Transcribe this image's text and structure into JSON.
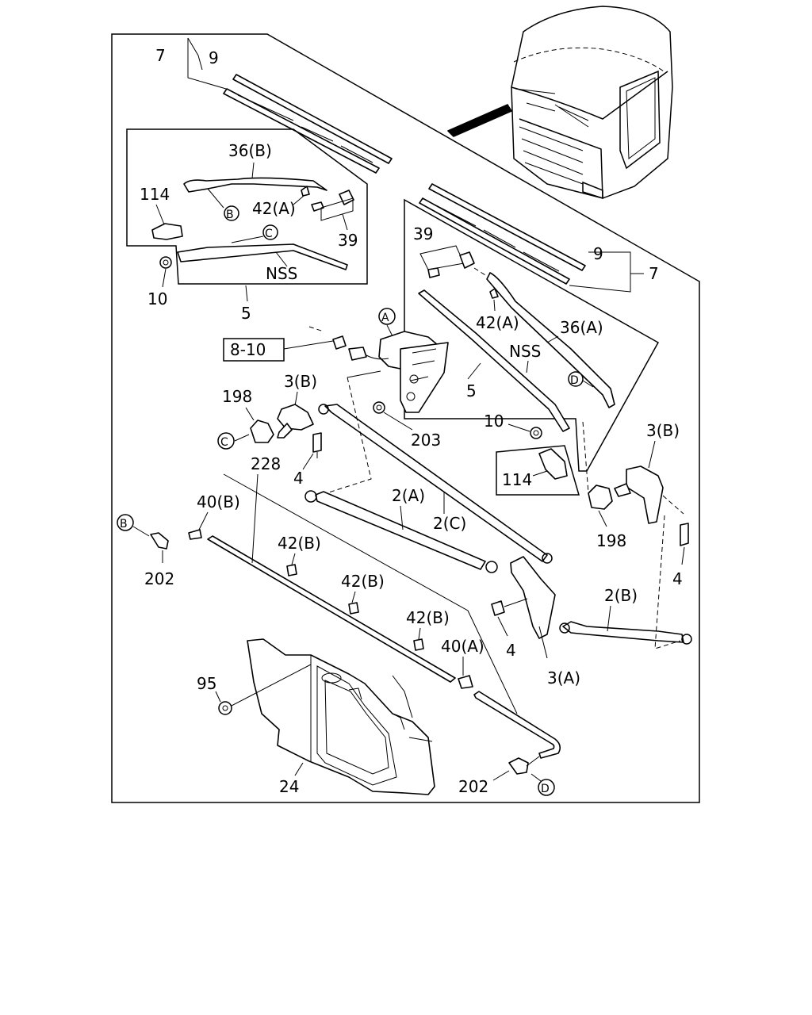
{
  "frame_ref": "8-10",
  "labels": {
    "l7_left": "7",
    "l9_left": "9",
    "l36b": "36(B)",
    "l114_left": "114",
    "l42a_left": "42(A)",
    "l39_left": "39",
    "lnss_left": "NSS",
    "l10_left": "10",
    "l5_left": "5",
    "l39_right": "39",
    "l9_right": "9",
    "l7_right": "7",
    "l42a_right": "42(A)",
    "l36a": "36(A)",
    "lnss_right": "NSS",
    "l5_right": "5",
    "l10_right": "10",
    "l114_right": "114",
    "l198_left": "198",
    "l3b_left": "3(B)",
    "l203": "203",
    "l4_left": "4",
    "l228": "228",
    "l40b": "40(B)",
    "l202_left": "202",
    "l2a": "2(A)",
    "l2c": "2(C)",
    "l3b_right": "3(B)",
    "l198_right": "198",
    "l42b_1": "42(B)",
    "l42b_2": "42(B)",
    "l42b_3": "42(B)",
    "l2b": "2(B)",
    "l4_right": "4",
    "l4_mid": "4",
    "l40a": "40(A)",
    "l3a": "3(A)",
    "l95": "95",
    "l24": "24",
    "l202_right": "202"
  },
  "callouts": {
    "A": "A",
    "B_top": "B",
    "C_top": "C",
    "C_mid": "C",
    "D_top": "D",
    "B_bot": "B",
    "D_bot": "D"
  }
}
